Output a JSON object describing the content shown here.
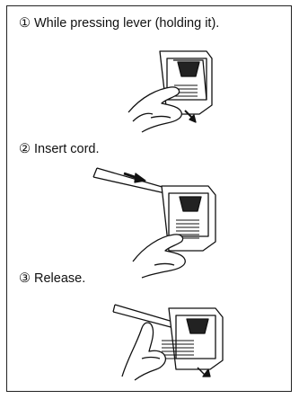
{
  "steps": [
    {
      "number": "①",
      "text": "While pressing lever (holding it)."
    },
    {
      "number": "②",
      "text": "Insert cord."
    },
    {
      "number": "③",
      "text": "Release."
    }
  ],
  "illustrations": [
    {
      "icon": "terminal-lever-press-illustration"
    },
    {
      "icon": "cord-insert-illustration"
    },
    {
      "icon": "lever-release-illustration"
    }
  ]
}
